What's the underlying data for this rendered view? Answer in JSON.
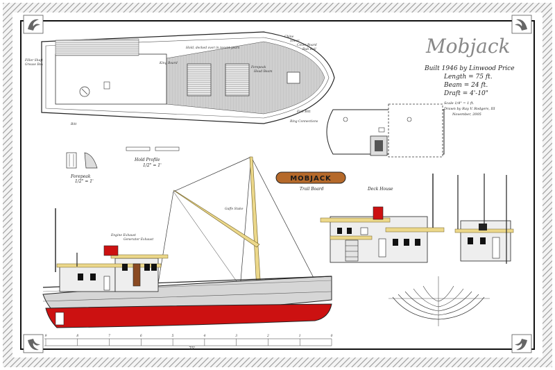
{
  "sheet": {
    "vessel_name": "Mobjack",
    "nameplate": "MOBJACK",
    "particulars": {
      "built": "Built 1946 by Linwood Price",
      "length": "Length = 75 ft.",
      "beam": "Beam = 24 ft.",
      "draft": "Draft = 4'-10\""
    },
    "scale": "Scale 1/4\" = 1 ft.",
    "drawn_by": "Drawn by Ray V. Rodgers, III",
    "date": "November, 2005"
  },
  "plan_labels": {
    "fillers": "Filler Shaft",
    "grease_box": "Grease Box",
    "hold_note": "Hold, decked over in recent years",
    "king_board": "King Board",
    "chine": "Chine",
    "sheer": "Sheer",
    "cover_board": "Cover Board",
    "rub_rail": "Rub Rail",
    "forepeak": "Forepeak",
    "head_beam": "Head Beam",
    "bitt": "Bitt",
    "fish_bitt": "Fish Bitt",
    "ring_connections": "Ring Connections"
  },
  "details": {
    "forepeak_title": "Forepeak",
    "forepeak_scale": "1/2\" = 1'",
    "hold_profile_title": "Hold Profile",
    "hold_profile_scale": "1/2\" = 1'",
    "trail_board": "Trail Board",
    "deck_house": "Deck House",
    "engine_exhaust": "Engine Exhaust",
    "generator_exhaust": "Generator Exhaust",
    "gaffe_stake": "Gaffe Stake",
    "overall_length": "75'"
  },
  "station_numbers": [
    "9",
    "8",
    "7",
    "6",
    "5",
    "4",
    "3",
    "2",
    "1",
    "0"
  ],
  "colors": {
    "hull_red": "#cc1111",
    "topside_grey": "#d6d6d6",
    "mast_yellow": "#ecd88a",
    "house_white": "#eeeeee",
    "frame_line": "#111111"
  }
}
